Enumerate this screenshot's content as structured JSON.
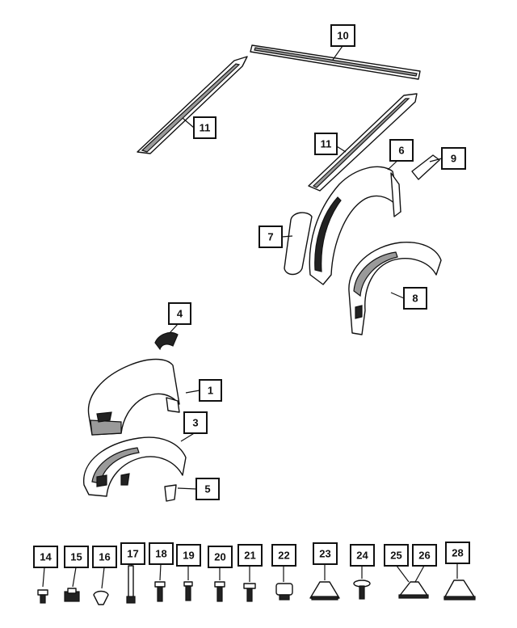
{
  "callouts": [
    {
      "id": "c10",
      "text": "10"
    },
    {
      "id": "c11a",
      "text": "11"
    },
    {
      "id": "c11b",
      "text": "11"
    },
    {
      "id": "c6",
      "text": "6"
    },
    {
      "id": "c9",
      "text": "9"
    },
    {
      "id": "c7",
      "text": "7"
    },
    {
      "id": "c8",
      "text": "8"
    },
    {
      "id": "c4",
      "text": "4"
    },
    {
      "id": "c1",
      "text": "1"
    },
    {
      "id": "c3",
      "text": "3"
    },
    {
      "id": "c5",
      "text": "5"
    },
    {
      "id": "c14",
      "text": "14"
    },
    {
      "id": "c15",
      "text": "15"
    },
    {
      "id": "c16",
      "text": "16"
    },
    {
      "id": "c17",
      "text": "17"
    },
    {
      "id": "c18",
      "text": "18"
    },
    {
      "id": "c19",
      "text": "19"
    },
    {
      "id": "c20",
      "text": "20"
    },
    {
      "id": "c21",
      "text": "21"
    },
    {
      "id": "c22",
      "text": "22"
    },
    {
      "id": "c23",
      "text": "23"
    },
    {
      "id": "c24",
      "text": "24"
    },
    {
      "id": "c25",
      "text": "25"
    },
    {
      "id": "c26",
      "text": "26"
    },
    {
      "id": "c28",
      "text": "28"
    }
  ],
  "colors": {
    "line": "#111111",
    "background": "#ffffff"
  }
}
